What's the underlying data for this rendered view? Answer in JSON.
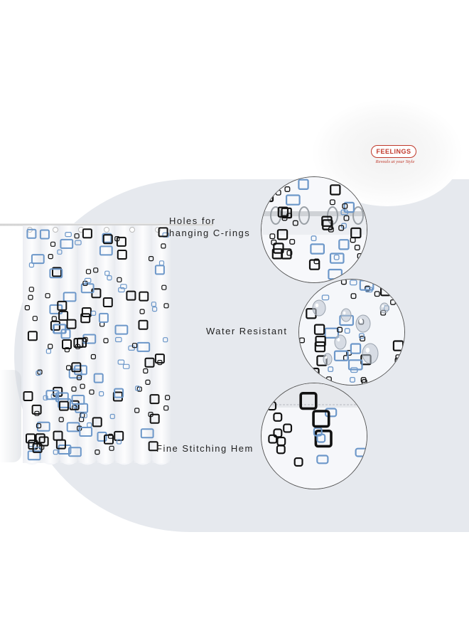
{
  "brand": {
    "name": "FEELINGS",
    "tagline": "Reveals at your Style"
  },
  "features": [
    {
      "label_line1": "Holes for",
      "label_line2": "hanging C-rings",
      "icon": "ring-holes-detail"
    },
    {
      "label_line1": "Water Resistant",
      "icon": "water-droplets-detail"
    },
    {
      "label_line1": "Fine Stitching Hem",
      "icon": "stitched-hem-detail"
    }
  ],
  "colors": {
    "accent_blue": "#6c97c9",
    "square_black": "#111111",
    "curtain_white": "#f6f7fa",
    "brand_red": "#c0392b",
    "background_circle": "#e6e9ee"
  }
}
